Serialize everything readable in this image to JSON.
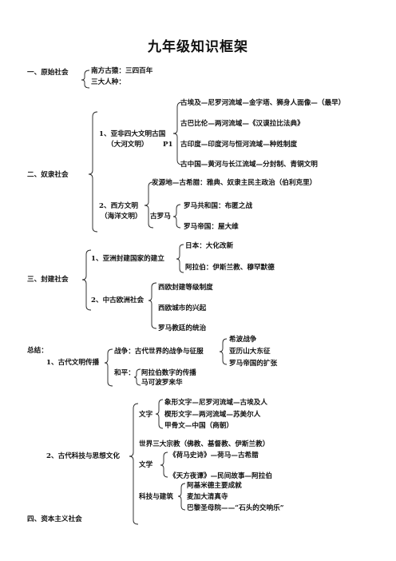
{
  "title": "九年级知识框架",
  "s1": {
    "heading": "一、原始社会",
    "items": [
      "南方古猿：三四百年",
      "三大人种："
    ]
  },
  "s2": {
    "heading": "二、奴隶社会",
    "a": {
      "label1": "1、亚非四大文明古国",
      "label2": "（大河文明）",
      "page": "P1",
      "items": [
        "古埃及—尼罗河流域—金字塔、狮身人面像—（最早）",
        "古巴比伦—两河流域—《汉谟拉比法典》",
        "古印度—印度河与恒河流域—种姓制度",
        "古中国—黄河与长江流域—分封制、青铜文明"
      ]
    },
    "b": {
      "label1": "2、西方文明",
      "label2": "（海洋文明）",
      "greece": "发源地—古希腊：雅典、奴隶主民主政治（伯利克里）",
      "rome_label": "古罗马",
      "rome_items": [
        "罗马共和国：布匿之战",
        "罗马帝国：屋大维"
      ]
    }
  },
  "s3": {
    "heading": "三、封建社会",
    "a": {
      "label": "1、亚洲封建国家的建立",
      "items": [
        "日本：大化改新",
        "阿拉伯：伊斯兰教、穆罕默德"
      ]
    },
    "b": {
      "label": "2、中古欧洲社会",
      "items": [
        "西欧封建等级制度",
        "西欧城市的兴起",
        "罗马教廷的统治"
      ]
    }
  },
  "summary": {
    "heading": "总结：",
    "p1": {
      "label": "1、古代文明传播",
      "war_label": "战争：古代世界的战争与征服",
      "war_items": [
        "希波战争",
        "亚历山大东征",
        "罗马帝国的扩张"
      ],
      "peace_label": "和平：",
      "peace_items": [
        "阿拉伯数字的传播",
        "马可波罗来华"
      ]
    },
    "p2": {
      "label": "2、古代科技与思想文化",
      "writing_label": "文字",
      "writing_items": [
        "象形文字—尼罗河流域—古埃及人",
        "楔形文字—两河流域—苏美尔人",
        "甲骨文—中国（商朝）"
      ],
      "religions": "世界三大宗教（佛教、基督教、伊斯兰教）",
      "lit_label": "文学",
      "lit_items": [
        "《荷马史诗》—荷马—古希腊",
        "《天方夜谭》—民间故事—阿拉伯"
      ],
      "sci_label": "科技与建筑",
      "sci_items": [
        "阿基米德主要成就",
        "麦加大清真寺",
        "巴黎圣母院——“石头的交响乐”"
      ]
    }
  },
  "s4": {
    "heading": "四、资本主义社会"
  }
}
